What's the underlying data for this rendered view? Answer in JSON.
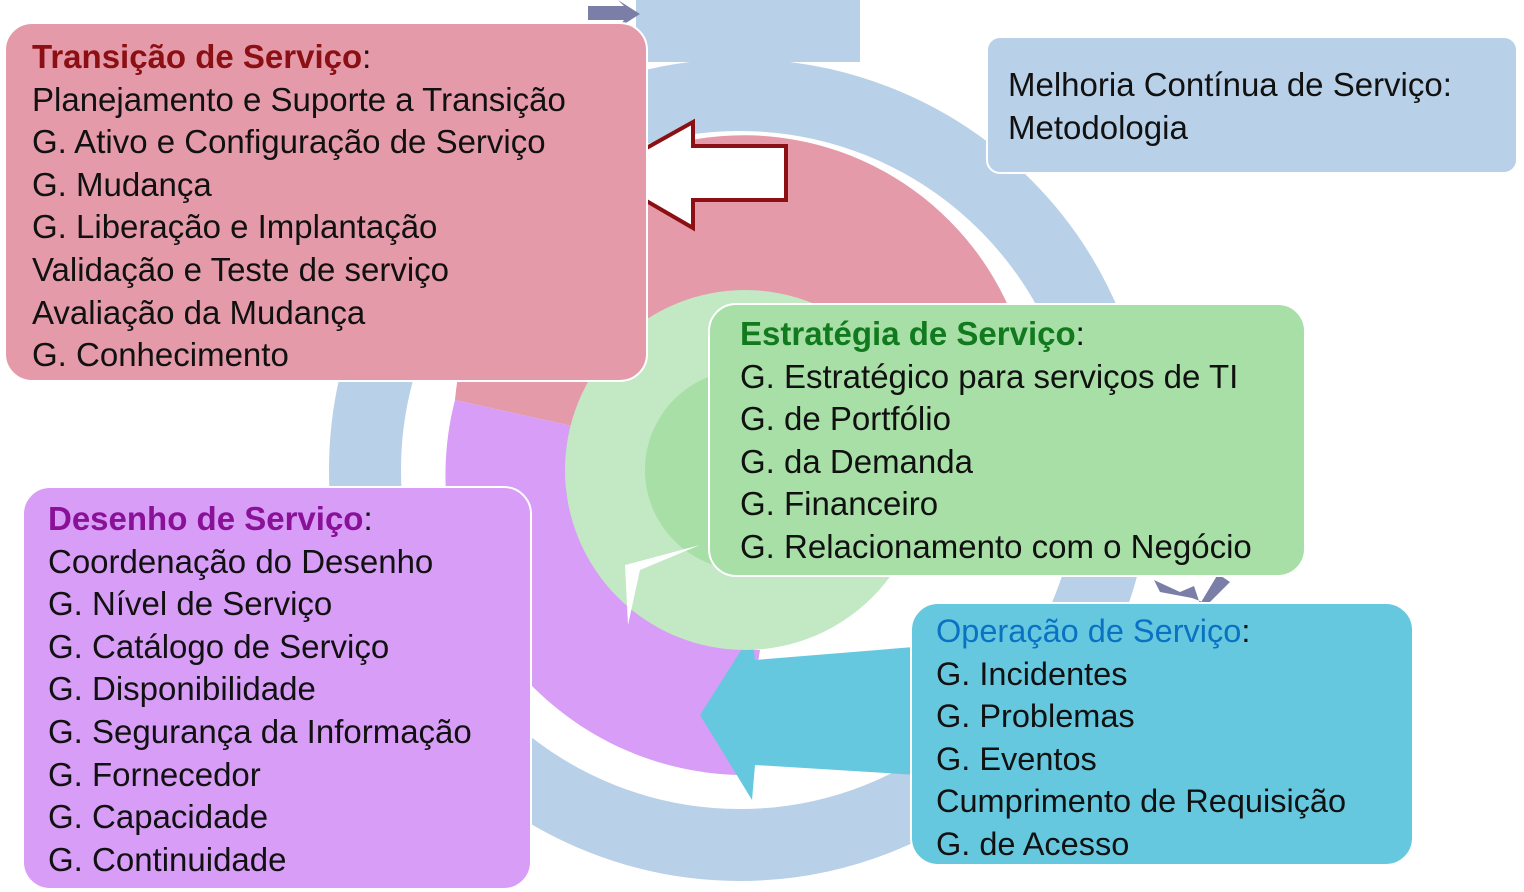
{
  "colors": {
    "outer_ring": "#b8d0e8",
    "transition": "#e59aaa",
    "strategy": "#a7dfa7",
    "design": "#d79df7",
    "operation": "#66c8df",
    "csi_box": "#b8d0e8",
    "transition_title": "#8b0f13",
    "strategy_title": "#127a1e",
    "design_title": "#8a1098",
    "operation_title": "#0a72c2",
    "arrow_outline": "#8b0f13"
  },
  "continual_improvement": {
    "lines": [
      "Melhoria Contínua de Serviço:",
      "Metodologia"
    ]
  },
  "transition": {
    "title": "Transição de Serviço",
    "colon": ":",
    "items": [
      "Planejamento e Suporte a Transição",
      "G. Ativo e Configuração de Serviço",
      "G. Mudança",
      "G. Liberação e Implantação",
      "Validação e Teste de serviço",
      "Avaliação da Mudança",
      "G. Conhecimento"
    ]
  },
  "strategy": {
    "title": "Estratégia de Serviço",
    "colon": ":",
    "items": [
      "G. Estratégico para serviços de TI",
      "G. de Portfólio",
      "G. da Demanda",
      "G. Financeiro",
      "G. Relacionamento com o Negócio"
    ]
  },
  "design": {
    "title": "Desenho de Serviço",
    "colon": ":",
    "items": [
      "Coordenação do Desenho",
      "G. Nível de Serviço",
      "G. Catálogo de Serviço",
      "G. Disponibilidade",
      "G. Segurança da Informação",
      "G. Fornecedor",
      "G. Capacidade",
      "G. Continuidade"
    ]
  },
  "operation": {
    "title": "Operação de Serviço",
    "colon": ":",
    "items": [
      "G. Incidentes",
      "G. Problemas",
      "G. Eventos",
      "Cumprimento de Requisição",
      "G. de Acesso"
    ]
  }
}
